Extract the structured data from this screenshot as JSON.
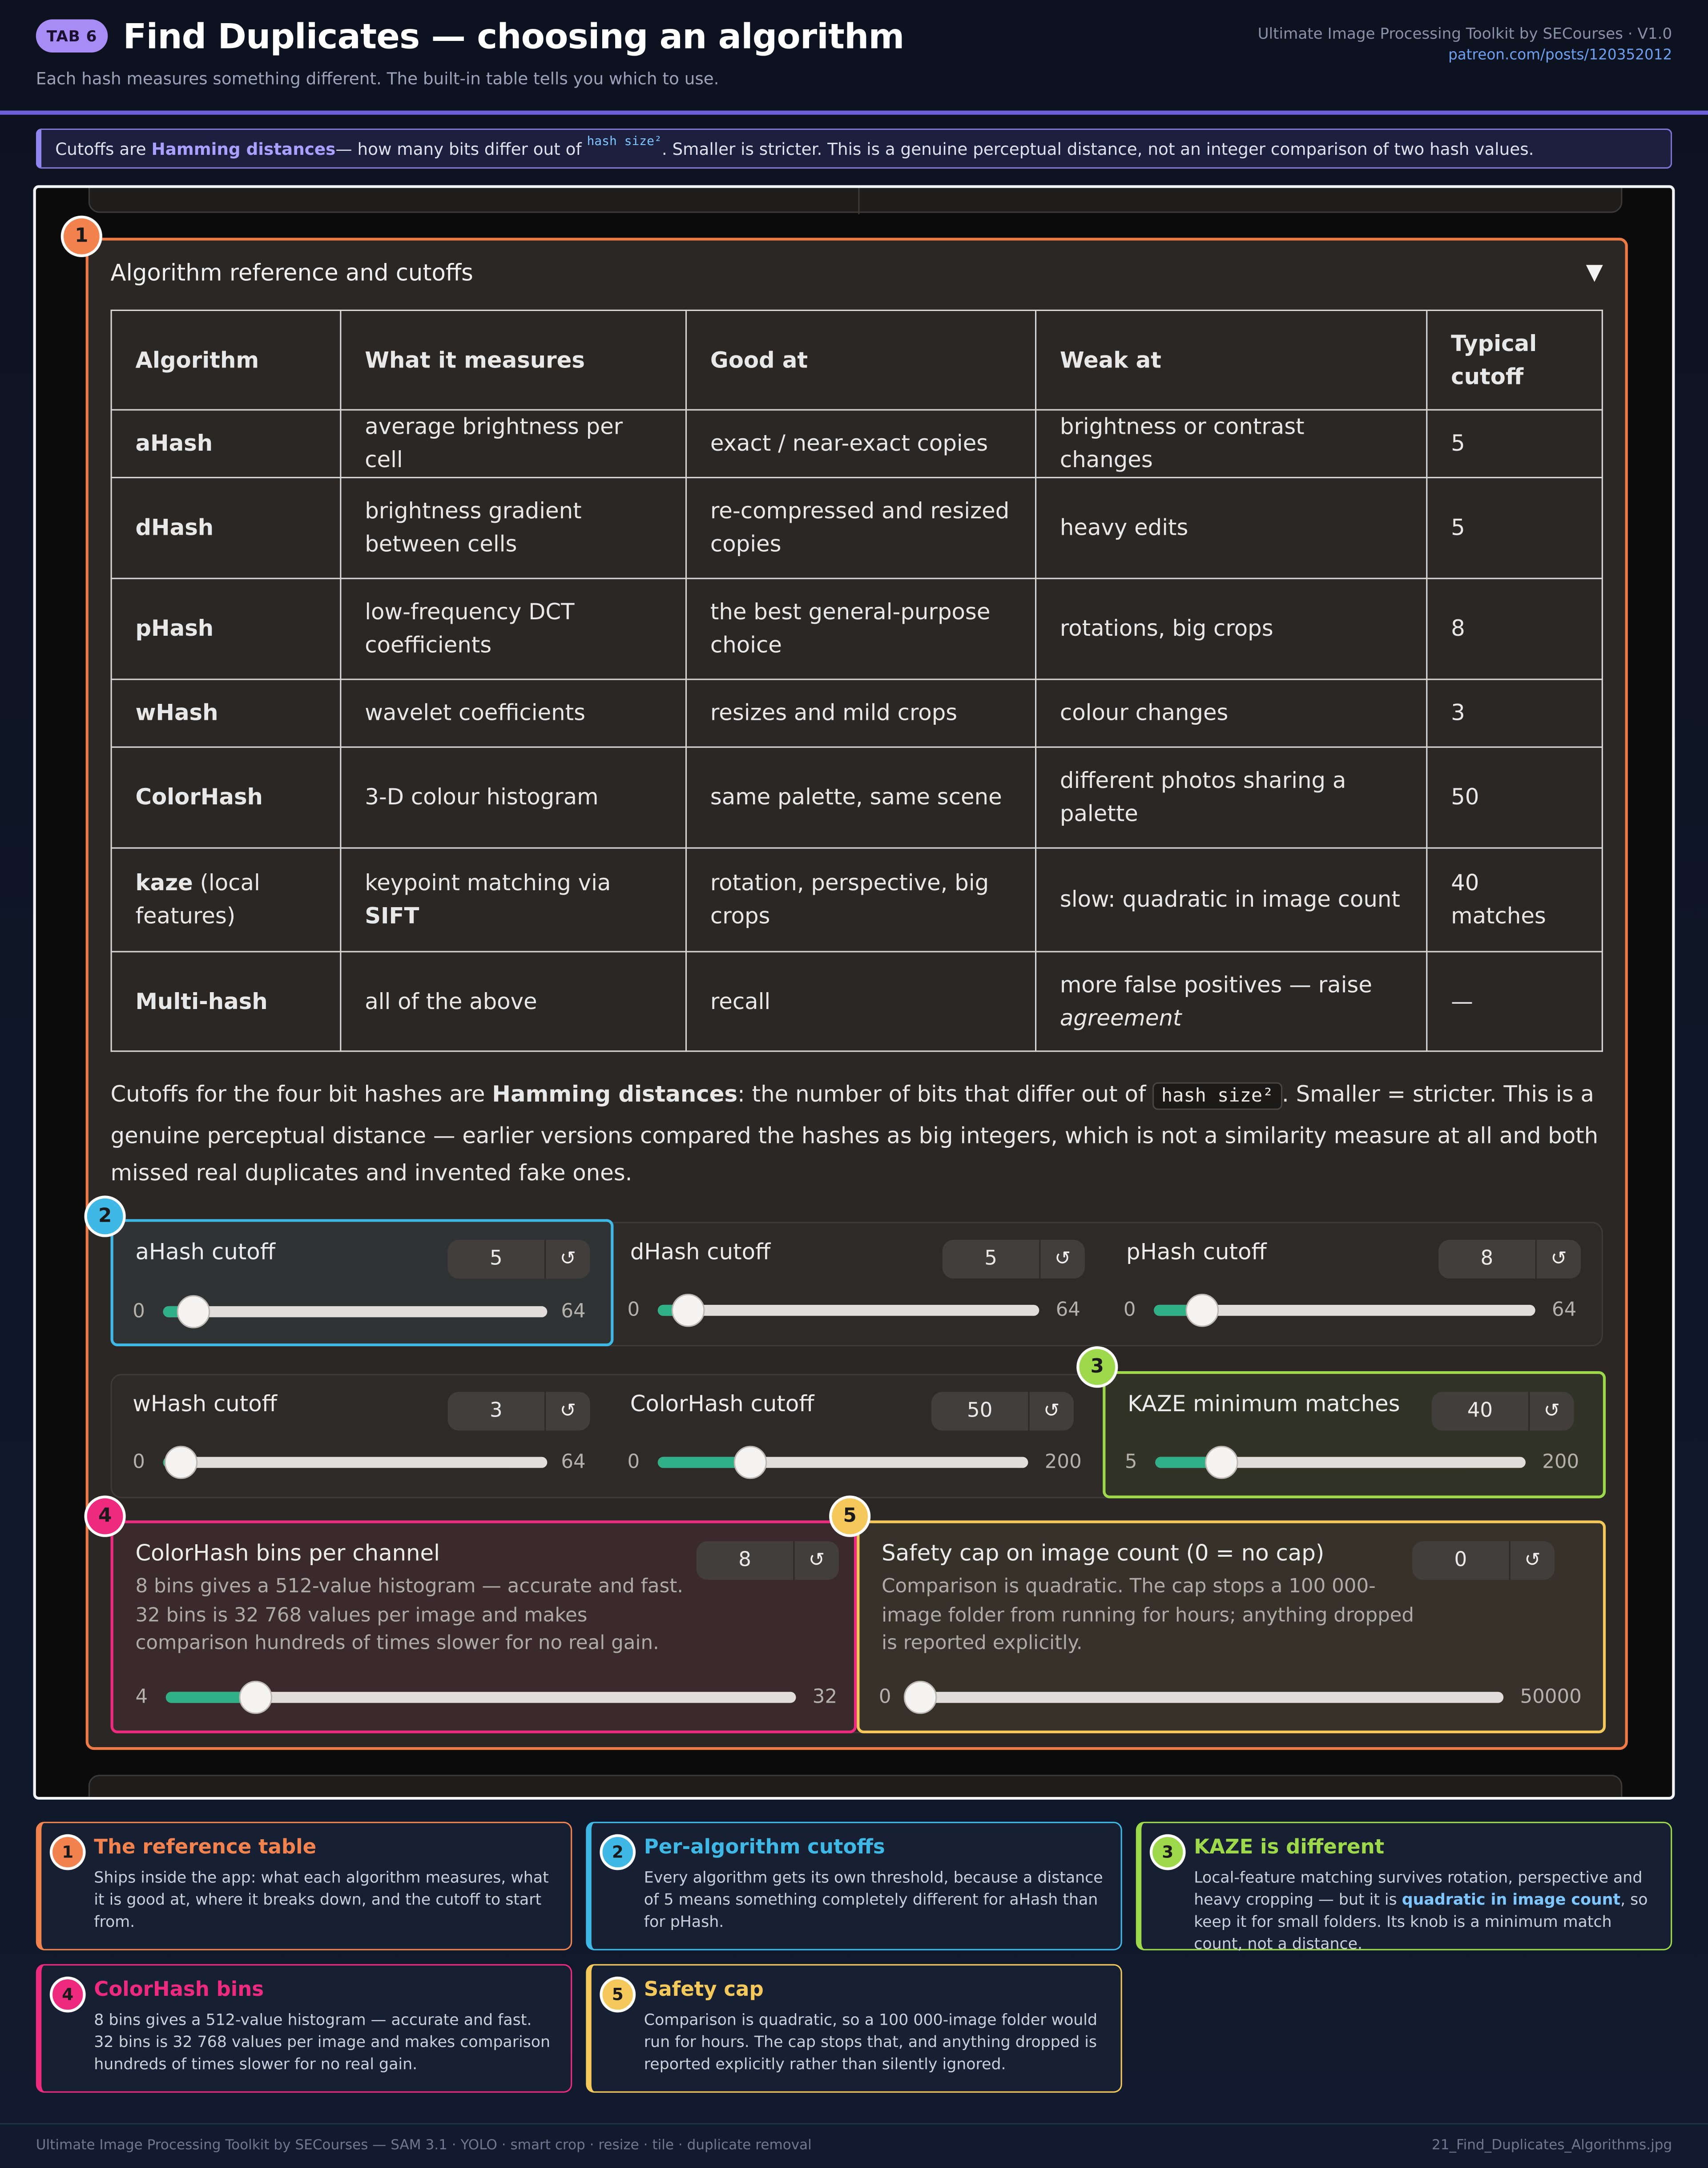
{
  "header": {
    "tab_pill": "TAB 6",
    "title": "Find Duplicates — choosing an algorithm",
    "subtitle": "Each hash measures something different. The built-in table tells you which to use.",
    "brand": "Ultimate Image Processing Toolkit by SECourses  ·  V1.0",
    "link": "patreon.com/posts/120352012"
  },
  "banner": {
    "prefix": "Cutoffs are ",
    "highlight": "Hamming distances",
    "middle": " — how many bits differ out of ",
    "sup": "hash size²",
    "suffix": ". Smaller is stricter. This is a genuine perceptual distance, not an integer comparison of two hash values."
  },
  "accordion": {
    "title": "Algorithm reference and cutoffs",
    "caret": "▼"
  },
  "table": {
    "headers": [
      "Algorithm",
      "What it measures",
      "Good at",
      "Weak at",
      "Typical cutoff"
    ],
    "rows": [
      {
        "algo": "aHash",
        "algo_rest": "",
        "measures": "average brightness per cell",
        "good": "exact / near-exact copies",
        "weak": "brightness or contrast changes",
        "weak_em": "",
        "cutoff": "5"
      },
      {
        "algo": "dHash",
        "algo_rest": "",
        "measures": "brightness gradient between cells",
        "good": "re-compressed and resized copies",
        "weak": "heavy edits",
        "weak_em": "",
        "cutoff": "5"
      },
      {
        "algo": "pHash",
        "algo_rest": "",
        "measures": "low-frequency DCT coefficients",
        "good": "the best general-purpose choice",
        "weak": "rotations, big crops",
        "weak_em": "",
        "cutoff": "8"
      },
      {
        "algo": "wHash",
        "algo_rest": "",
        "measures": "wavelet coefficients",
        "good": "resizes and mild crops",
        "weak": "colour changes",
        "weak_em": "",
        "cutoff": "3"
      },
      {
        "algo": "ColorHash",
        "algo_rest": "",
        "measures": "3-D colour histogram",
        "good": "same palette, same scene",
        "weak": "different photos sharing a palette",
        "weak_em": "",
        "cutoff": "50"
      },
      {
        "algo": "kaze",
        "algo_rest": " (local features)",
        "measures_pre": "keypoint matching via ",
        "measures_b": "SIFT",
        "good": "rotation, perspective, big crops",
        "weak": "slow: quadratic in image count",
        "weak_em": "",
        "cutoff": "40 matches"
      },
      {
        "algo": "Multi-hash",
        "algo_rest": "",
        "measures": "all of the above",
        "good": "recall",
        "weak": "more false positives — raise ",
        "weak_em": "agreement",
        "cutoff": "—"
      }
    ]
  },
  "paragraph": {
    "p1": "Cutoffs for the four bit hashes are ",
    "b1": "Hamming distances",
    "p2": ": the number of bits that differ out of ",
    "code": "hash size²",
    "p3": ". Smaller = stricter. This is a genuine perceptual distance — earlier versions compared the hashes as big integers, which is not a similarity measure at all and both missed real duplicates and invented fake ones."
  },
  "sliders": {
    "ahash": {
      "label": "aHash cutoff",
      "value": "5",
      "min": "0",
      "max": "64",
      "fraction": 0.078
    },
    "dhash": {
      "label": "dHash cutoff",
      "value": "5",
      "min": "0",
      "max": "64",
      "fraction": 0.078
    },
    "phash": {
      "label": "pHash cutoff",
      "value": "8",
      "min": "0",
      "max": "64",
      "fraction": 0.125
    },
    "whash": {
      "label": "wHash cutoff",
      "value": "3",
      "min": "0",
      "max": "64",
      "fraction": 0.047
    },
    "colorhash": {
      "label": "ColorHash cutoff",
      "value": "50",
      "min": "0",
      "max": "200",
      "fraction": 0.25
    },
    "kaze": {
      "label": "KAZE minimum matches",
      "value": "40",
      "min": "5",
      "max": "200",
      "fraction": 0.18
    },
    "bins": {
      "label": "ColorHash bins per channel",
      "value": "8",
      "min": "4",
      "max": "32",
      "fraction": 0.143,
      "desc": "8 bins gives a 512-value histogram — accurate and fast. 32 bins is 32 768 values per image and makes comparison hundreds of times slower for no real gain."
    },
    "cap": {
      "label": "Safety cap on image count (0 = no cap)",
      "value": "0",
      "min": "0",
      "max": "50000",
      "fraction": 0.0,
      "desc": "Comparison is quadratic. The cap stops a 100 000-image folder from running for hours; anything dropped is reported explicitly."
    },
    "reset_glyph": "↺"
  },
  "badges": [
    "1",
    "2",
    "3",
    "4",
    "5"
  ],
  "notes": [
    {
      "num": "1",
      "title": "The reference table",
      "text": "Ships inside the app: what each algorithm measures, what it is good at, where it breaks down, and the cutoff to start from."
    },
    {
      "num": "2",
      "title": "Per-algorithm cutoffs",
      "text": "Every algorithm gets its own threshold, because a distance of 5 means something completely different for aHash than for pHash."
    },
    {
      "num": "3",
      "title": "KAZE is different",
      "text_pre": "Local-feature matching survives rotation, perspective and heavy cropping — but it is ",
      "text_b": "quadratic in image count",
      "text_post": ", so keep it for small folders. Its knob is a minimum match count, not a distance."
    },
    {
      "num": "4",
      "title": "ColorHash bins",
      "text": "8 bins gives a 512-value histogram — accurate and fast. 32 bins is 32 768 values per image and makes comparison hundreds of times slower for no real gain."
    },
    {
      "num": "5",
      "title": "Safety cap",
      "text": "Comparison is quadratic, so a 100 000-image folder would run for hours. The cap stops that, and anything dropped is reported explicitly rather than silently ignored."
    }
  ],
  "colors": {
    "c1": "#f2834f",
    "c2": "#3fb8e6",
    "c3": "#9ed94b",
    "c4": "#ee2a7f",
    "c5": "#f4c85a",
    "slider_fill": "#2fb086"
  },
  "footer": {
    "left": "Ultimate Image Processing Toolkit by SECourses — SAM 3.1 · YOLO · smart crop · resize · tile · duplicate removal",
    "right": "21_Find_Duplicates_Algorithms.jpg"
  }
}
